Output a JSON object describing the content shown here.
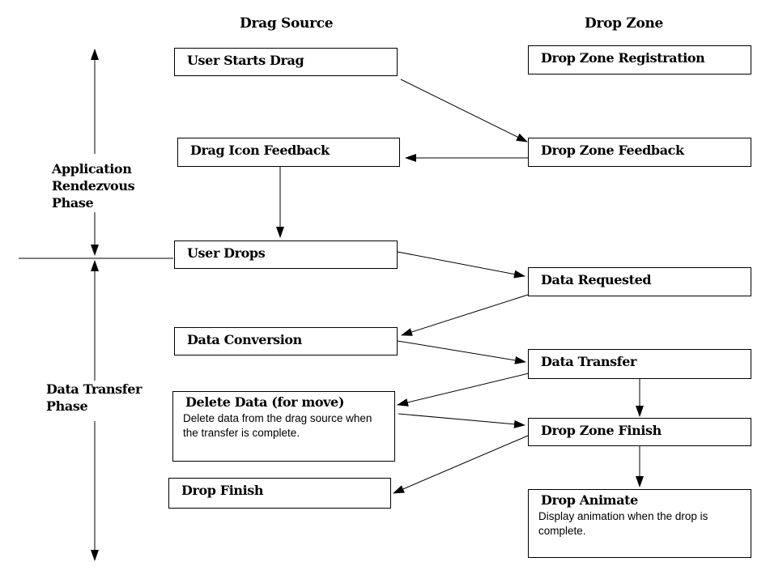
{
  "columns": {
    "drag_source": "Drag Source",
    "drop_zone": "Drop Zone"
  },
  "phases": {
    "rendezvous": "Application\nRendezvous\nPhase",
    "transfer": "Data Transfer\nPhase"
  },
  "boxes": {
    "user_starts_drag": {
      "title": "User Starts Drag"
    },
    "drop_zone_registration": {
      "title": "Drop Zone Registration"
    },
    "drag_icon_feedback": {
      "title": "Drag Icon Feedback"
    },
    "drop_zone_feedback": {
      "title": "Drop Zone Feedback"
    },
    "user_drops": {
      "title": "User Drops"
    },
    "data_requested": {
      "title": "Data Requested"
    },
    "data_conversion": {
      "title": "Data Conversion"
    },
    "data_transfer": {
      "title": "Data Transfer"
    },
    "delete_data": {
      "title": "Delete Data (for move)",
      "description": "Delete data from the drag source when the transfer is complete."
    },
    "drop_zone_finish": {
      "title": "Drop Zone Finish"
    },
    "drop_finish": {
      "title": "Drop Finish"
    },
    "drop_animate": {
      "title": "Drop Animate",
      "description": "Display animation when the drop is complete."
    }
  }
}
